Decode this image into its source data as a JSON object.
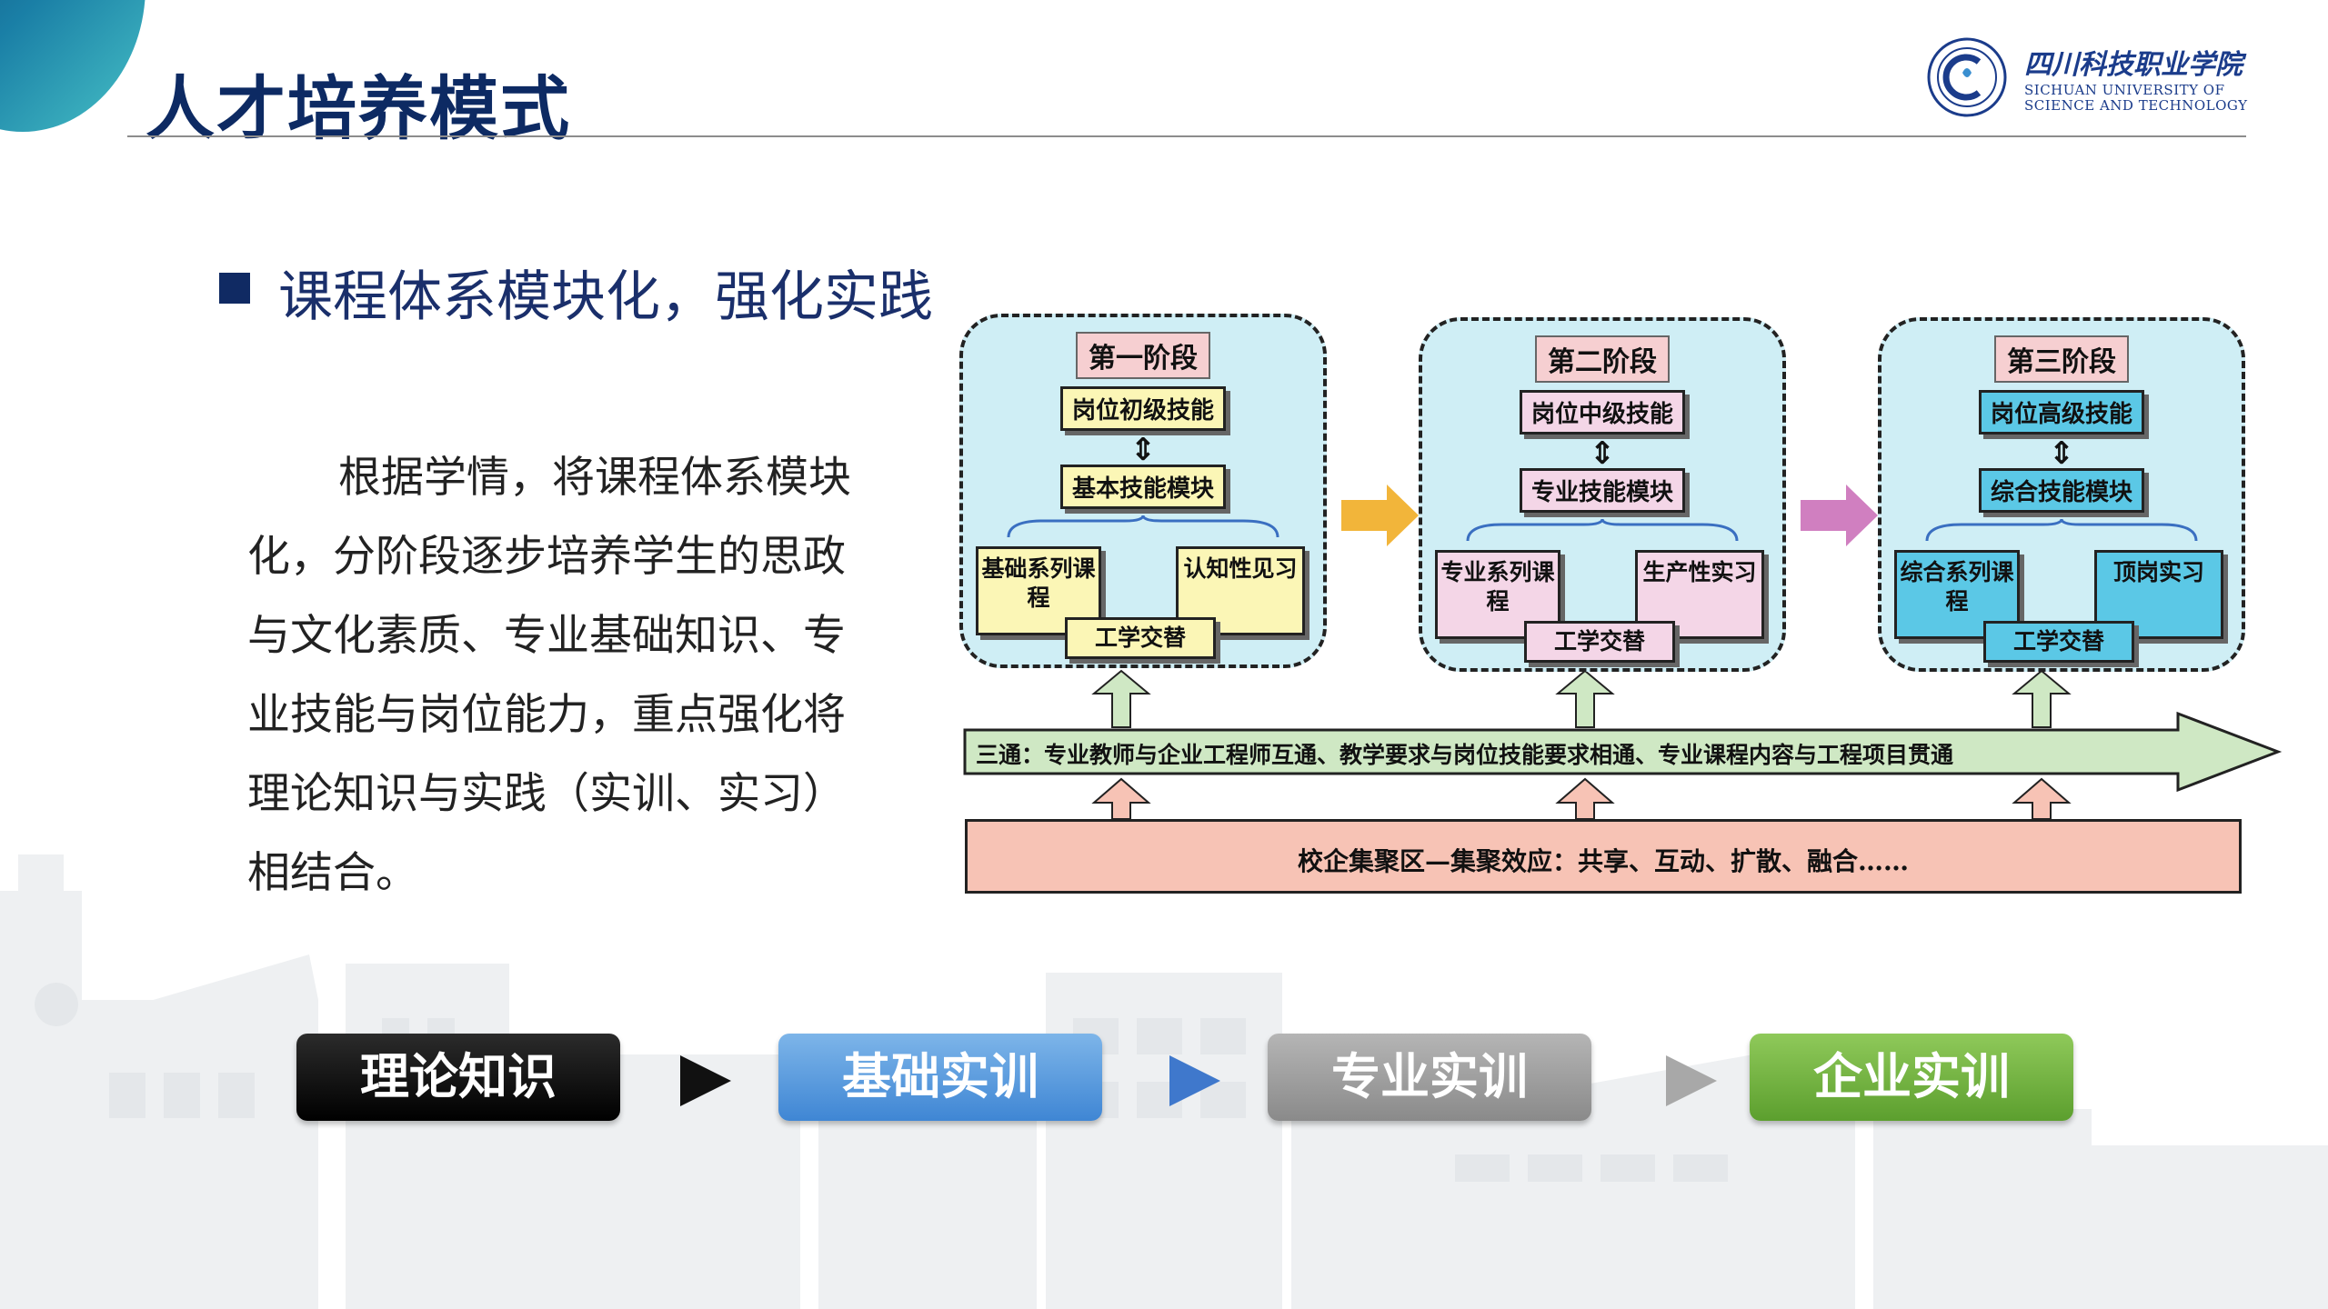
{
  "header": {
    "title": "人才培养模式",
    "logo": {
      "name_cn": "四川科技职业学院",
      "name_en_line1": "SICHUAN UNIVERSITY OF",
      "name_en_line2": "SCIENCE AND TECHNOLOGY"
    }
  },
  "section": {
    "heading": "课程体系模块化，强化实践",
    "paragraph": "根据学情，将课程体系模块化，分阶段逐步培养学生的思政与文化素质、专业基础知识、专业技能与岗位能力，重点强化将理论知识与实践（实训、实习）相结合。"
  },
  "diagram": {
    "stages": [
      {
        "title": "第一阶段",
        "skill_level": "岗位初级技能",
        "module": "基本技能模块",
        "left_box": "基础系列课程",
        "right_box": "认知性见习",
        "alternation": "工学交替",
        "color": "#fbf6b6"
      },
      {
        "title": "第二阶段",
        "skill_level": "岗位中级技能",
        "module": "专业技能模块",
        "left_box": "专业系列课程",
        "right_box": "生产性实习",
        "alternation": "工学交替",
        "color": "#f4d6e7"
      },
      {
        "title": "第三阶段",
        "skill_level": "岗位高级技能",
        "module": "综合技能模块",
        "left_box": "综合系列课程",
        "right_box": "顶岗实习",
        "alternation": "工学交替",
        "color": "#5bc8e6"
      }
    ],
    "band": "三通：专业教师与企业工程师互通、教学要求与岗位技能要求相通、专业课程内容与工程项目贯通",
    "cluster": "校企集聚区—集聚效应：共享、互动、扩散、融合……",
    "arrow_colors": [
      "#f2b53a",
      "#d07fc0"
    ]
  },
  "flow": {
    "steps": [
      "理论知识",
      "基础实训",
      "专业实训",
      "企业实训"
    ],
    "colors": [
      "#000000",
      "#3f86d4",
      "#8a8a8a",
      "#5c9f2e"
    ]
  }
}
